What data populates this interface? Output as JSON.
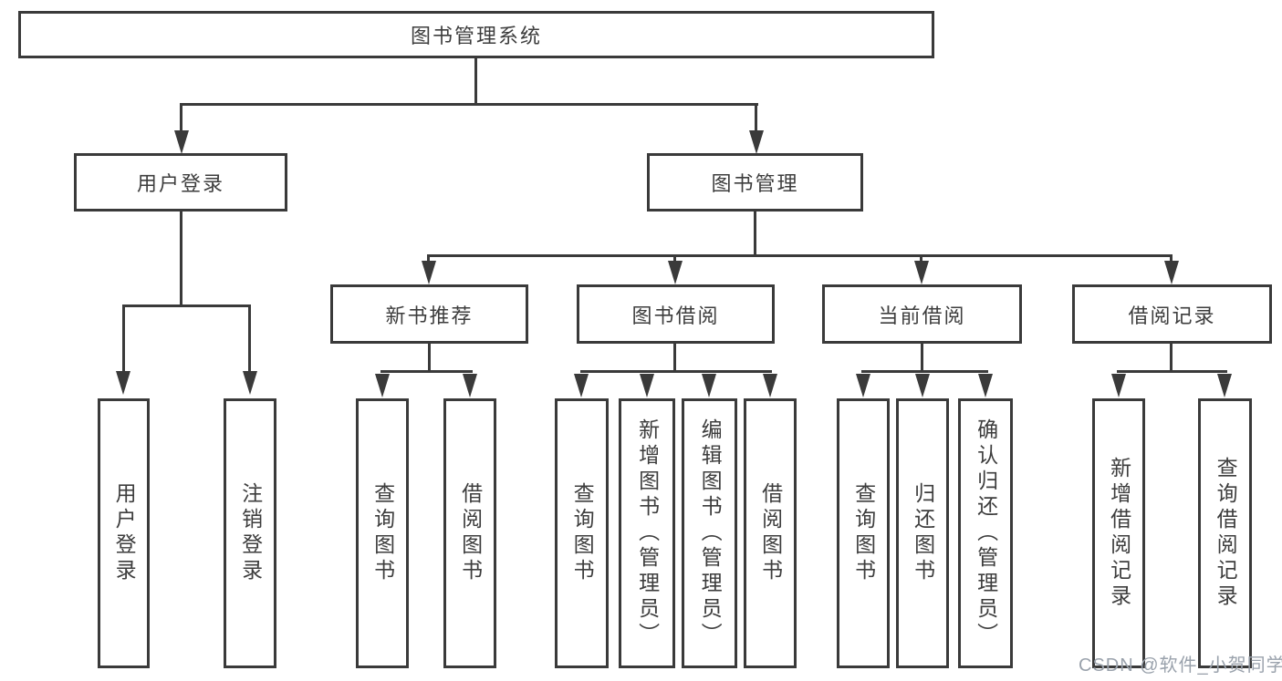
{
  "diagram": {
    "title": "图书管理系统",
    "nodes": {
      "login": "用户登录",
      "manage": "图书管理",
      "new_book": "新书推荐",
      "book_borrow": "图书借阅",
      "current_borrow": "当前借阅",
      "borrow_records": "借阅记录"
    },
    "leaves": {
      "login_1": "用户登录",
      "login_2": "注销登录",
      "new_book_1": "查询图书",
      "new_book_2": "借阅图书",
      "book_borrow_1": "查询图书",
      "book_borrow_2": "新增图书（管理员）",
      "book_borrow_3": "编辑图书（管理员）",
      "book_borrow_4": "借阅图书",
      "current_borrow_1": "查询图书",
      "current_borrow_2": "归还图书",
      "current_borrow_3": "确认归还（管理员）",
      "borrow_records_1": "新增借阅记录",
      "borrow_records_2": "查询借阅记录"
    }
  },
  "watermark": {
    "text": "CSDN @软件_小贺同学",
    "color": "#9aa2ac"
  },
  "colors": {
    "line": "#3a3a3a",
    "text": "#3d3d3d",
    "background": "#ffffff"
  }
}
